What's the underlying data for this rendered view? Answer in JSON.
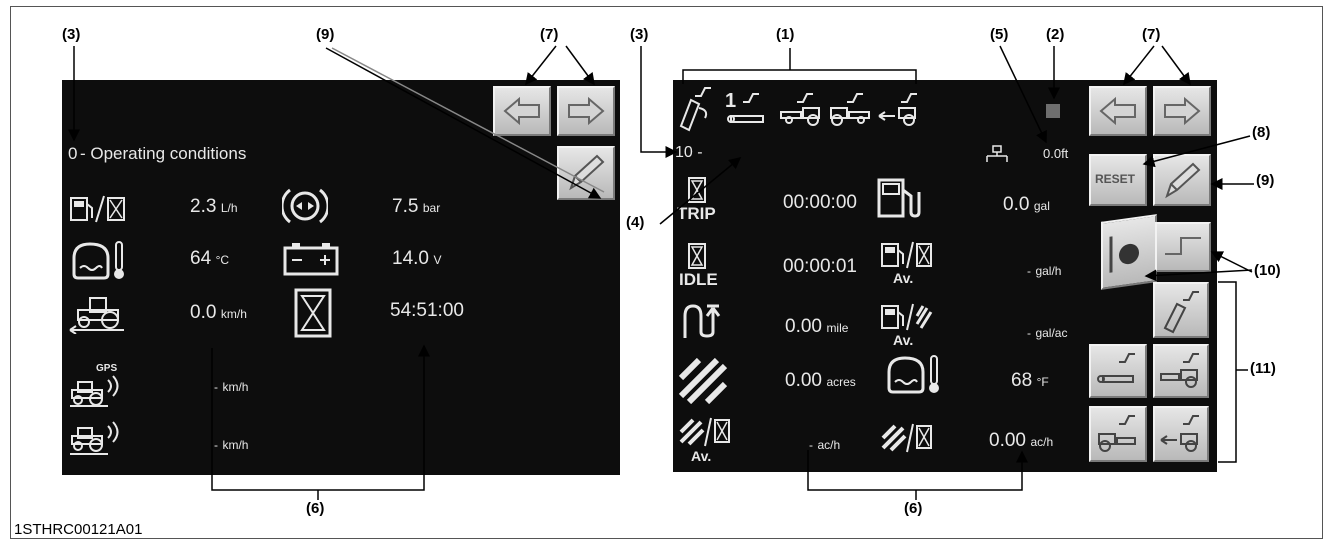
{
  "figure_code": "1STHRC00121A01",
  "callouts": {
    "c1": "(1)",
    "c2": "(2)",
    "c3": "(3)",
    "c4": "(4)",
    "c5": "(5)",
    "c6": "(6)",
    "c7": "(7)",
    "c8": "(8)",
    "c9": "(9)",
    "c10": "(10)",
    "c11": "(11)"
  },
  "left_screen": {
    "page_number": "0",
    "page_title": "- Operating conditions",
    "fuel_rate": {
      "value": "2.3",
      "unit": "L/h"
    },
    "pressure": {
      "value": "7.5",
      "unit": "bar"
    },
    "coolant_temp": {
      "value": "64",
      "unit": "°C"
    },
    "battery": {
      "value": "14.0",
      "unit": "V"
    },
    "speed": {
      "value": "0.0",
      "unit": "km/h"
    },
    "hours": {
      "value": "54:51:00"
    },
    "gps_speed": {
      "value": "-",
      "unit": "km/h"
    },
    "radar_speed": {
      "value": "-",
      "unit": "km/h"
    }
  },
  "right_screen": {
    "page_number": "10 -",
    "hitch_digit": "1",
    "height_value": "0.0ft",
    "trip_label": "TRIP",
    "trip_time": "00:00:00",
    "fuel_total": {
      "value": "0.0",
      "unit": "gal"
    },
    "idle_label": "IDLE",
    "idle_time": "00:00:01",
    "fuel_avg_rate": {
      "value": "-",
      "unit": "gal/h"
    },
    "av_label": "Av.",
    "distance": {
      "value": "0.00",
      "unit": "mile"
    },
    "fuel_per_area": {
      "value": "-",
      "unit": "gal/ac"
    },
    "area": {
      "value": "0.00",
      "unit": "acres"
    },
    "coolant_temp": {
      "value": "68",
      "unit": "°F"
    },
    "avg_work_rate": {
      "value": "-",
      "unit": "ac/h"
    },
    "work_rate": {
      "value": "0.00",
      "unit": "ac/h"
    },
    "reset_label": "RESET",
    "gps_label": "GPS"
  }
}
